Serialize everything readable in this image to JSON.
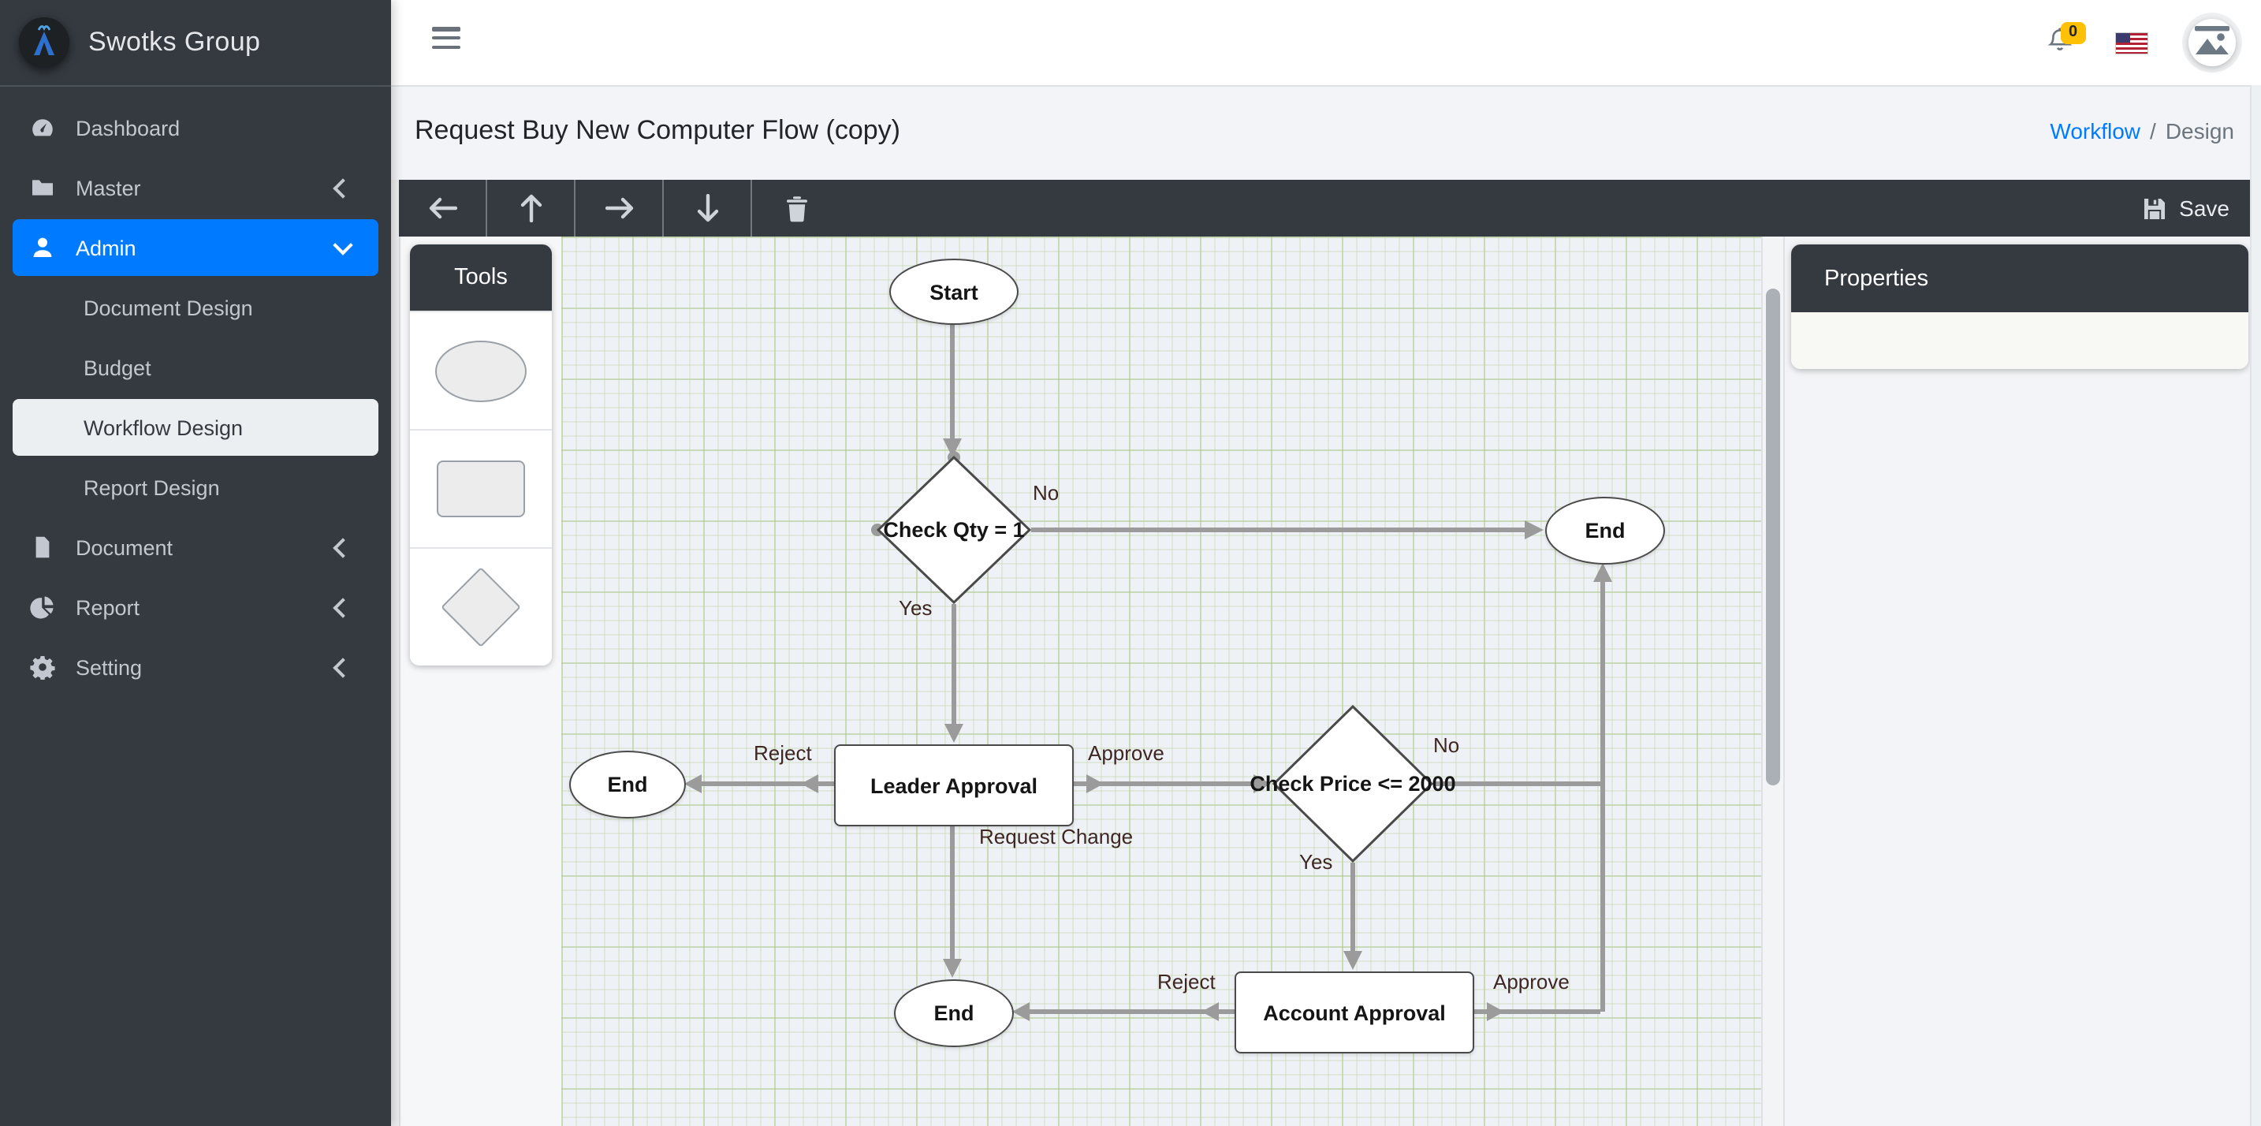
{
  "brand": {
    "name": "Swotks Group"
  },
  "navbar": {
    "notification_count": "0"
  },
  "page": {
    "title": "Request Buy New Computer Flow (copy)",
    "breadcrumb_link": "Workflow",
    "breadcrumb_sep": "/",
    "breadcrumb_current": "Design"
  },
  "toolbar": {
    "save_label": "Save"
  },
  "sidebar": {
    "items": [
      {
        "label": "Dashboard"
      },
      {
        "label": "Master"
      },
      {
        "label": "Admin"
      },
      {
        "label": "Document"
      },
      {
        "label": "Report"
      },
      {
        "label": "Setting"
      }
    ],
    "admin_children": [
      {
        "label": "Document Design"
      },
      {
        "label": "Budget"
      },
      {
        "label": "Workflow Design"
      },
      {
        "label": "Report Design"
      }
    ]
  },
  "panels": {
    "tools_title": "Tools",
    "properties_title": "Properties"
  },
  "flow": {
    "nodes": {
      "start": "Start",
      "check_qty": "Check Qty = 1",
      "end_top_right": "End",
      "leader_approval": "Leader Approval",
      "end_left": "End",
      "check_price": "Check Price <= 2000",
      "account_approval": "Account Approval",
      "end_bottom": "End"
    },
    "edge_labels": {
      "qty_no": "No",
      "qty_yes": "Yes",
      "leader_reject": "Reject",
      "leader_approve": "Approve",
      "leader_request_change": "Request Change",
      "price_no": "No",
      "price_yes": "Yes",
      "account_reject": "Reject",
      "account_approve": "Approve"
    }
  },
  "colors": {
    "accent": "#007bff",
    "sidebar_dark": "#343a40",
    "badge_yellow": "#ffc107",
    "connector_gray": "#9b9b9b",
    "edge_label_brown": "#3e2723"
  }
}
